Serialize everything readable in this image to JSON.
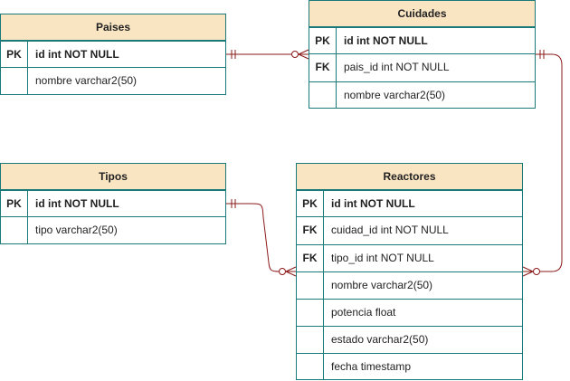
{
  "entities": {
    "paises": {
      "title": "Paises",
      "rows": [
        {
          "key": "PK",
          "field": "id int NOT NULL"
        },
        {
          "key": "",
          "field": "nombre varchar2(50)"
        }
      ]
    },
    "cuidades": {
      "title": "Cuidades",
      "rows": [
        {
          "key": "PK",
          "field": "id int NOT NULL"
        },
        {
          "key": "FK",
          "field": "pais_id int NOT NULL"
        },
        {
          "key": "",
          "field": "nombre varchar2(50)"
        }
      ]
    },
    "tipos": {
      "title": "Tipos",
      "rows": [
        {
          "key": "PK",
          "field": "id int NOT NULL"
        },
        {
          "key": "",
          "field": "tipo varchar2(50)"
        }
      ]
    },
    "reactores": {
      "title": "Reactores",
      "rows": [
        {
          "key": "PK",
          "field": "id int NOT NULL"
        },
        {
          "key": "FK",
          "field": "cuidad_id int NOT NULL"
        },
        {
          "key": "FK",
          "field": "tipo_id int NOT NULL"
        },
        {
          "key": "",
          "field": "nombre varchar2(50)"
        },
        {
          "key": "",
          "field": "potencia float"
        },
        {
          "key": "",
          "field": "estado varchar2(50)"
        },
        {
          "key": "",
          "field": "fecha timestamp"
        }
      ]
    }
  },
  "colors": {
    "border": "#1a7a7a",
    "header": "#fae5c3",
    "relation": "#8b1a1a"
  }
}
